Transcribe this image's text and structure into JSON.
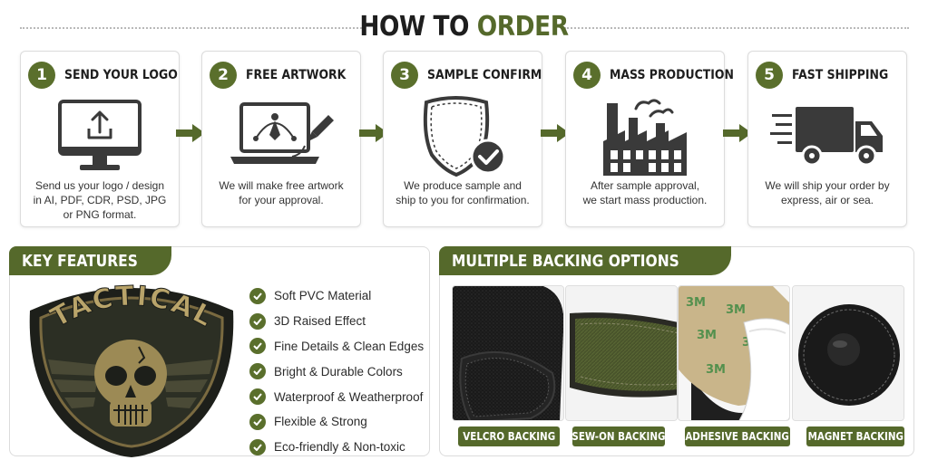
{
  "header": {
    "title_part1": "HOW TO ",
    "title_part2": "ORDER"
  },
  "steps": [
    {
      "number": "1",
      "title": "SEND YOUR LOGO",
      "icon": "monitor-upload-icon",
      "desc": [
        "Send us your logo / design",
        "in AI, PDF, CDR, PSD, JPG",
        "or PNG format."
      ]
    },
    {
      "number": "2",
      "title": "FREE ARTWORK",
      "icon": "laptop-pen-icon",
      "desc": [
        "We will make free artwork",
        "for your approval."
      ]
    },
    {
      "number": "3",
      "title": "SAMPLE CONFIRM",
      "icon": "shield-check-icon",
      "desc": [
        "We produce sample and",
        "ship to you for confirmation."
      ]
    },
    {
      "number": "4",
      "title": "MASS PRODUCTION",
      "icon": "factory-icon",
      "desc": [
        "After sample approval,",
        "we start mass production."
      ]
    },
    {
      "number": "5",
      "title": "FAST SHIPPING",
      "icon": "delivery-truck-icon",
      "desc": [
        "We will ship your order by",
        "express, air or sea."
      ]
    }
  ],
  "features": {
    "title": "KEY FEATURES",
    "patch_text": "TACTICAL",
    "items": [
      "Soft PVC Material",
      "3D Raised Effect",
      "Fine Details & Clean Edges",
      "Bright & Durable Colors",
      "Waterproof & Weatherproof",
      "Flexible & Strong",
      "Eco-friendly & Non-toxic"
    ]
  },
  "backing": {
    "title": "MULTIPLE BACKING OPTIONS",
    "options": [
      "VELCRO BACKING",
      "SEW-ON BACKING",
      "ADHESIVE BACKING",
      "MAGNET BACKING"
    ],
    "adhesive_print": "3M"
  },
  "colors": {
    "accent": "#55692b",
    "dark": "#1e1e1e",
    "icon": "#3a3a3a"
  }
}
